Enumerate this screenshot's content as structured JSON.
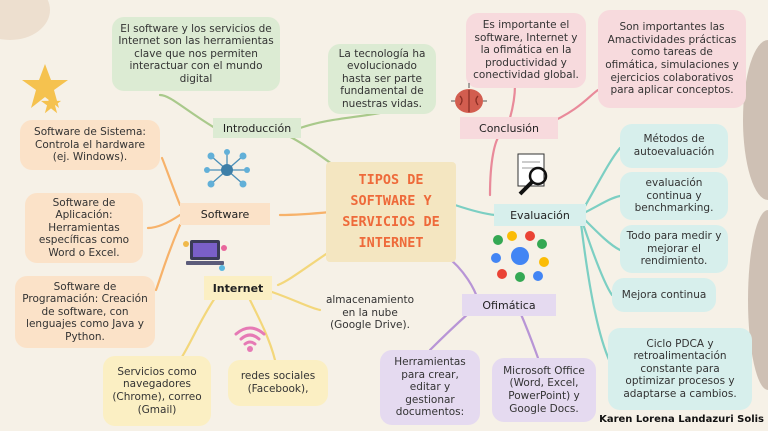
{
  "title": "TIPOS DE SOFTWARE Y SERVICIOS DE INTERNET",
  "author": "Karen Lorena Landazuri Solis",
  "branches": {
    "introduccion": {
      "label": "Introducción",
      "notes": [
        "El software y los servicios de Internet son las herramientas clave que nos permiten interactuar con el mundo digital",
        "La tecnología ha evolucionado hasta ser parte fundamental de nuestras vidas."
      ]
    },
    "software": {
      "label": "Software",
      "notes": [
        "Software de Sistema: Controla el hardware (ej. Windows).",
        "Software de Aplicación: Herramientas específicas como Word o Excel.",
        "Software de Programación: Creación de software, con lenguajes como Java y Python."
      ]
    },
    "internet": {
      "label": "Internet",
      "notes": [
        "almacenamiento en la nube (Google Drive).",
        "Servicios como navegadores (Chrome), correo (Gmail)",
        "redes sociales (Facebook),"
      ]
    },
    "conclusion": {
      "label": "Conclusión",
      "notes": [
        "Es importante el software, Internet y la ofimática en la productividad y conectividad global.",
        "Son importantes las Amactividades prácticas como tareas de ofimática, simulaciones y ejercicios colaborativos para aplicar conceptos."
      ]
    },
    "evaluacion": {
      "label": "Evaluación",
      "notes": [
        "Métodos de autoevaluación",
        "evaluación continua y benchmarking.",
        "Todo para medir y mejorar el rendimiento.",
        "Mejora continua",
        "Ciclo PDCA y retroalimentación constante para optimizar procesos y adaptarse a cambios."
      ]
    },
    "ofimatica": {
      "label": "Ofimática",
      "notes": [
        "Herramientas para crear, editar y gestionar documentos:",
        "Microsoft Office (Word, Excel, PowerPoint) y Google Docs."
      ]
    }
  },
  "colors": {
    "introduccion": "#a9c98b",
    "software": "#f7b26a",
    "internet": "#f3d77b",
    "conclusion": "#e98a9a",
    "evaluacion": "#7ccfc3",
    "ofimatica": "#b895d6",
    "title": "#ee6a3a"
  },
  "icons": [
    "star-icon",
    "network-icon",
    "laptop-icon",
    "wifi-icon",
    "brain-icon",
    "magnifier-icon",
    "apps-icon"
  ]
}
